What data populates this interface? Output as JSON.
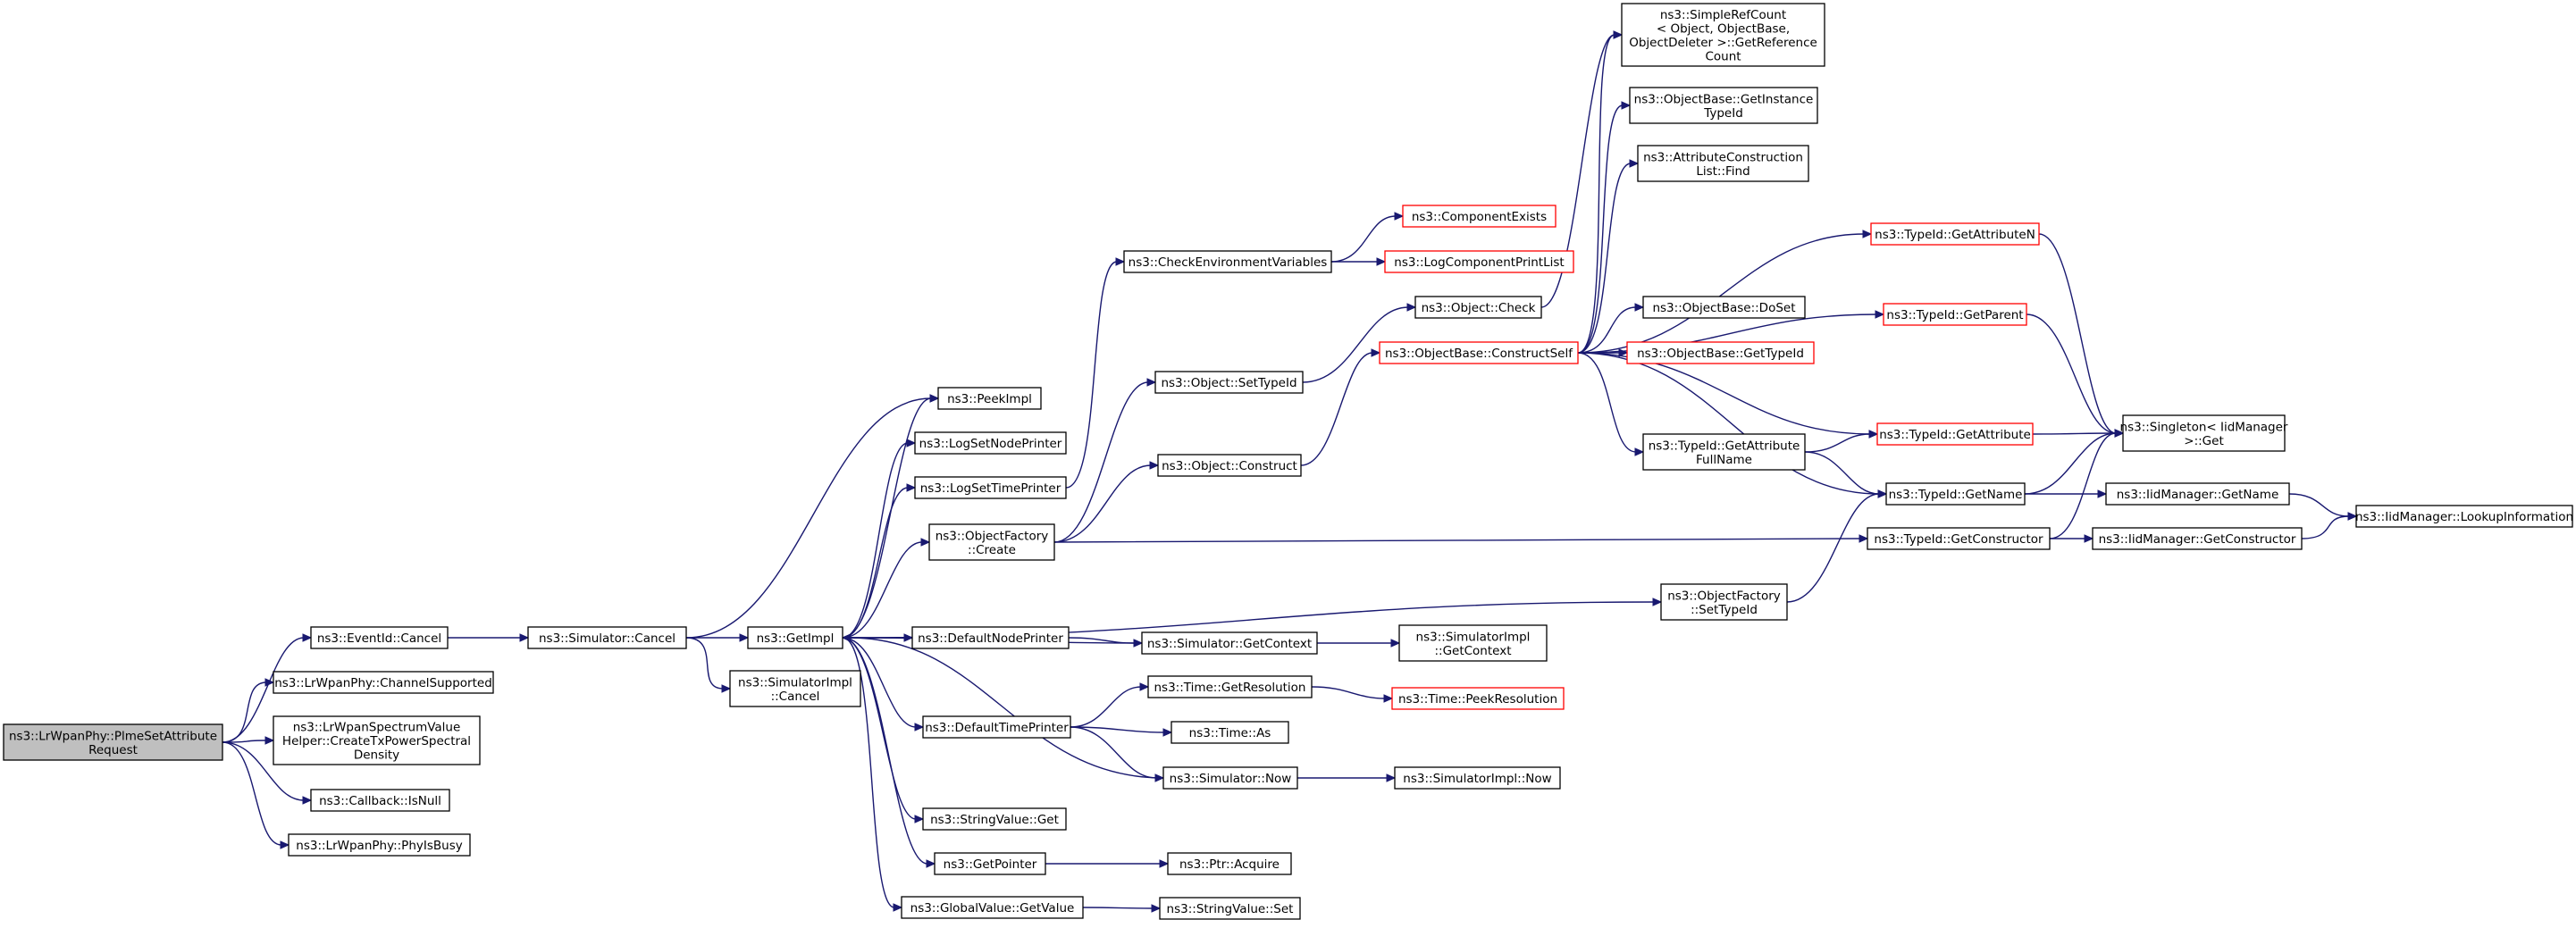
{
  "diagram": {
    "colors": {
      "edge": "#191970",
      "node_border": "#000000",
      "highlight_border": "#ff0000",
      "root_fill": "#bfbfbf"
    },
    "nodes": {
      "root": {
        "lines": [
          "ns3::LrWpanPhy::PlmeSetAttribute",
          "Request"
        ]
      },
      "eventCancel": {
        "lines": [
          "ns3::EventId::Cancel"
        ]
      },
      "channelSupported": {
        "lines": [
          "ns3::LrWpanPhy::ChannelSupported"
        ]
      },
      "createTxPsd": {
        "lines": [
          "ns3::LrWpanSpectrumValue",
          "Helper::CreateTxPowerSpectral",
          "Density"
        ]
      },
      "callbackIsNull": {
        "lines": [
          "ns3::Callback::IsNull"
        ]
      },
      "phyIsBusy": {
        "lines": [
          "ns3::LrWpanPhy::PhyIsBusy"
        ]
      },
      "simCancel": {
        "lines": [
          "ns3::Simulator::Cancel"
        ]
      },
      "getImpl": {
        "lines": [
          "ns3::GetImpl"
        ]
      },
      "simImplCancel": {
        "lines": [
          "ns3::SimulatorImpl",
          "::Cancel"
        ]
      },
      "peekImpl": {
        "lines": [
          "ns3::PeekImpl"
        ]
      },
      "logSetNodePrinter": {
        "lines": [
          "ns3::LogSetNodePrinter"
        ]
      },
      "logSetTimePrinter": {
        "lines": [
          "ns3::LogSetTimePrinter"
        ]
      },
      "objFactoryCreate": {
        "lines": [
          "ns3::ObjectFactory",
          "::Create"
        ]
      },
      "defaultNodePrinter": {
        "lines": [
          "ns3::DefaultNodePrinter"
        ]
      },
      "defaultTimePrinter": {
        "lines": [
          "ns3::DefaultTimePrinter"
        ]
      },
      "stringValueGet": {
        "lines": [
          "ns3::StringValue::Get"
        ]
      },
      "getPointer": {
        "lines": [
          "ns3::GetPointer"
        ]
      },
      "globalValueGetValue": {
        "lines": [
          "ns3::GlobalValue::GetValue"
        ]
      },
      "checkEnvVars": {
        "lines": [
          "ns3::CheckEnvironmentVariables"
        ]
      },
      "componentExists": {
        "lines": [
          "ns3::ComponentExists"
        ]
      },
      "logComponentPrintList": {
        "lines": [
          "ns3::LogComponentPrintList"
        ]
      },
      "objectSetTypeId": {
        "lines": [
          "ns3::Object::SetTypeId"
        ]
      },
      "objectConstruct": {
        "lines": [
          "ns3::Object::Construct"
        ]
      },
      "objectCheck": {
        "lines": [
          "ns3::Object::Check"
        ]
      },
      "constructSelf": {
        "lines": [
          "ns3::ObjectBase::ConstructSelf"
        ]
      },
      "simGetContext": {
        "lines": [
          "ns3::Simulator::GetContext"
        ]
      },
      "simImplGetContext": {
        "lines": [
          "ns3::SimulatorImpl",
          "::GetContext"
        ]
      },
      "timeGetResolution": {
        "lines": [
          "ns3::Time::GetResolution"
        ]
      },
      "timePeekResolution": {
        "lines": [
          "ns3::Time::PeekResolution"
        ]
      },
      "timeAs": {
        "lines": [
          "ns3::Time::As"
        ]
      },
      "simNow": {
        "lines": [
          "ns3::Simulator::Now"
        ]
      },
      "simImplNow": {
        "lines": [
          "ns3::SimulatorImpl::Now"
        ]
      },
      "ptrAcquire": {
        "lines": [
          "ns3::Ptr::Acquire"
        ]
      },
      "stringValueSet": {
        "lines": [
          "ns3::StringValue::Set"
        ]
      },
      "simpleRefCount": {
        "lines": [
          "ns3::SimpleRefCount",
          "< Object, ObjectBase,",
          "ObjectDeleter >::GetReference",
          "Count"
        ]
      },
      "getInstanceTypeId": {
        "lines": [
          "ns3::ObjectBase::GetInstance",
          "TypeId"
        ]
      },
      "attrConstructionListFind": {
        "lines": [
          "ns3::AttributeConstruction",
          "List::Find"
        ]
      },
      "objectBaseDoSet": {
        "lines": [
          "ns3::ObjectBase::DoSet"
        ]
      },
      "objectBaseGetTypeId": {
        "lines": [
          "ns3::ObjectBase::GetTypeId"
        ]
      },
      "typeIdGetAttrFullName": {
        "lines": [
          "ns3::TypeId::GetAttribute",
          "FullName"
        ]
      },
      "objFactorySetTypeId": {
        "lines": [
          "ns3::ObjectFactory",
          "::SetTypeId"
        ]
      },
      "typeIdGetAttributeN": {
        "lines": [
          "ns3::TypeId::GetAttributeN"
        ]
      },
      "typeIdGetParent": {
        "lines": [
          "ns3::TypeId::GetParent"
        ]
      },
      "typeIdGetAttribute": {
        "lines": [
          "ns3::TypeId::GetAttribute"
        ]
      },
      "typeIdGetName": {
        "lines": [
          "ns3::TypeId::GetName"
        ]
      },
      "typeIdGetConstructor": {
        "lines": [
          "ns3::TypeId::GetConstructor"
        ]
      },
      "singletonGet": {
        "lines": [
          "ns3::Singleton< IidManager",
          ">::Get"
        ]
      },
      "iidGetName": {
        "lines": [
          "ns3::IidManager::GetName"
        ]
      },
      "iidGetConstructor": {
        "lines": [
          "ns3::IidManager::GetConstructor"
        ]
      },
      "iidLookupInformation": {
        "lines": [
          "ns3::IidManager::LookupInformation"
        ]
      }
    }
  }
}
